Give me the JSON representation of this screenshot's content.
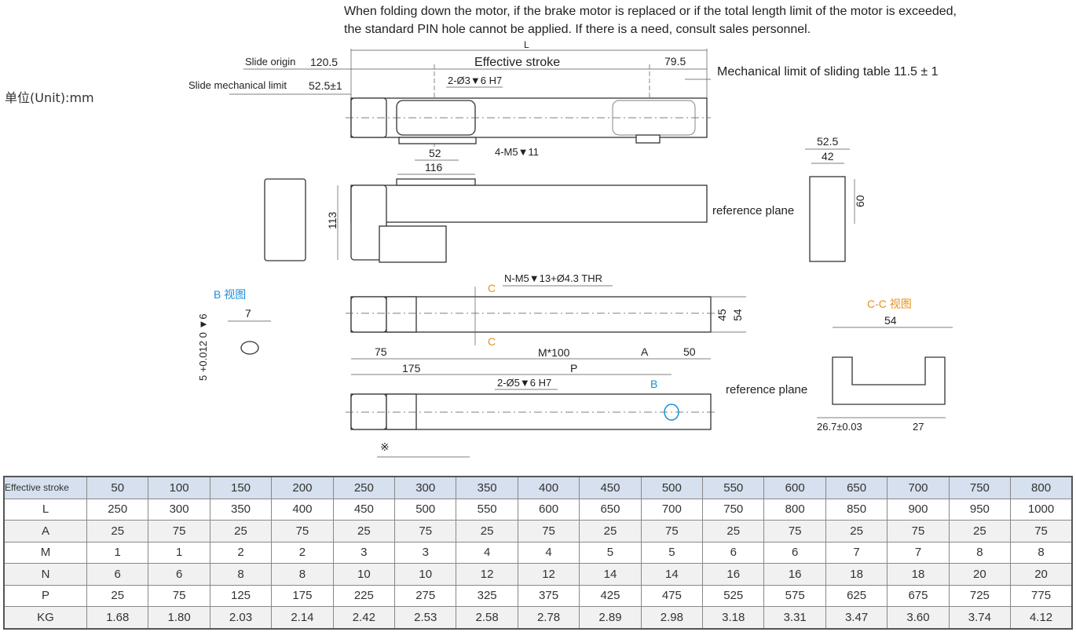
{
  "notes": [
    "When folding down the motor, if the brake motor is replaced or if the total length limit of the motor is exceeded,",
    "the standard PIN hole cannot be applied. If there is a need, consult sales personnel."
  ],
  "unit_label": "单位(Unit):mm",
  "top_view": {
    "L": "L",
    "slide_origin": "Slide origin",
    "slide_origin_dim": "120.5",
    "effective_stroke": "Effective stroke",
    "end_dim": "79.5",
    "slide_mech_limit": "Slide mechanical limit",
    "slide_mech_limit_dim": "52.5±1",
    "mech_limit_table": "Mechanical limit of sliding table 11.5 ± 1",
    "pin_hole": "2-Ø3▼6 H7",
    "tap_hole": "4-M5▼11",
    "dim_52": "52",
    "dim_116": "116"
  },
  "side_view": {
    "height": "113",
    "reference_plane": "reference plane"
  },
  "end_view": {
    "dim_525": "52.5",
    "dim_42": "42",
    "dim_60": "60"
  },
  "b_view": {
    "title": "B 视图",
    "dim_7": "7",
    "tolerance": "5 +0.012 0 ▼6"
  },
  "bottom_view": {
    "holes": "N-M5▼13+Ø4.3 THR",
    "section_c": "C",
    "dim_45": "45",
    "dim_54": "54",
    "dim_75": "75",
    "dim_m100": "M*100",
    "dim_a": "A",
    "dim_50": "50",
    "dim_175": "175",
    "dim_p": "P",
    "pin_holes": "2-Ø5▼6 H7",
    "b_marker": "B",
    "note_mark": "※"
  },
  "cc_view": {
    "title": "C-C 视图",
    "dim_54": "54",
    "reference_plane": "reference plane",
    "dim_267": "26.7±0.03",
    "dim_27": "27"
  },
  "colors": {
    "accent_blue": "#1a8fd6",
    "accent_orange": "#e8901a",
    "header_bg": "#d6e0ee"
  },
  "table": {
    "row_labels": [
      "Effective stroke",
      "L",
      "A",
      "M",
      "N",
      "P",
      "KG"
    ],
    "rows": [
      [
        "50",
        "100",
        "150",
        "200",
        "250",
        "300",
        "350",
        "400",
        "450",
        "500",
        "550",
        "600",
        "650",
        "700",
        "750",
        "800"
      ],
      [
        "250",
        "300",
        "350",
        "400",
        "450",
        "500",
        "550",
        "600",
        "650",
        "700",
        "750",
        "800",
        "850",
        "900",
        "950",
        "1000"
      ],
      [
        "25",
        "75",
        "25",
        "75",
        "25",
        "75",
        "25",
        "75",
        "25",
        "75",
        "25",
        "75",
        "25",
        "75",
        "25",
        "75"
      ],
      [
        "1",
        "1",
        "2",
        "2",
        "3",
        "3",
        "4",
        "4",
        "5",
        "5",
        "6",
        "6",
        "7",
        "7",
        "8",
        "8"
      ],
      [
        "6",
        "6",
        "8",
        "8",
        "10",
        "10",
        "12",
        "12",
        "14",
        "14",
        "16",
        "16",
        "18",
        "18",
        "20",
        "20"
      ],
      [
        "25",
        "75",
        "125",
        "175",
        "225",
        "275",
        "325",
        "375",
        "425",
        "475",
        "525",
        "575",
        "625",
        "675",
        "725",
        "775"
      ],
      [
        "1.68",
        "1.80",
        "2.03",
        "2.14",
        "2.42",
        "2.53",
        "2.58",
        "2.78",
        "2.89",
        "2.98",
        "3.18",
        "3.31",
        "3.47",
        "3.60",
        "3.74",
        "4.12"
      ]
    ]
  }
}
